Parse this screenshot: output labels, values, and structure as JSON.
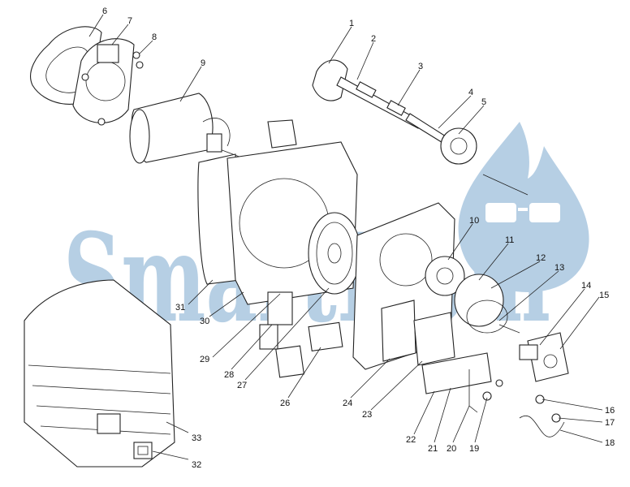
{
  "watermark": {
    "text": "SmartHom",
    "color": "#aac7e0",
    "logo_icon": "flame-drop-glasses-icon"
  },
  "callouts": [
    {
      "id": "1"
    },
    {
      "id": "2"
    },
    {
      "id": "3"
    },
    {
      "id": "4"
    },
    {
      "id": "5"
    },
    {
      "id": "6"
    },
    {
      "id": "7"
    },
    {
      "id": "8"
    },
    {
      "id": "9"
    },
    {
      "id": "10"
    },
    {
      "id": "11"
    },
    {
      "id": "12"
    },
    {
      "id": "13"
    },
    {
      "id": "14"
    },
    {
      "id": "15"
    },
    {
      "id": "16"
    },
    {
      "id": "17"
    },
    {
      "id": "18"
    },
    {
      "id": "19"
    },
    {
      "id": "20"
    },
    {
      "id": "21"
    },
    {
      "id": "22"
    },
    {
      "id": "23"
    },
    {
      "id": "24"
    },
    {
      "id": "26"
    },
    {
      "id": "27"
    },
    {
      "id": "28"
    },
    {
      "id": "29"
    },
    {
      "id": "30"
    },
    {
      "id": "31"
    },
    {
      "id": "32"
    },
    {
      "id": "33"
    }
  ]
}
